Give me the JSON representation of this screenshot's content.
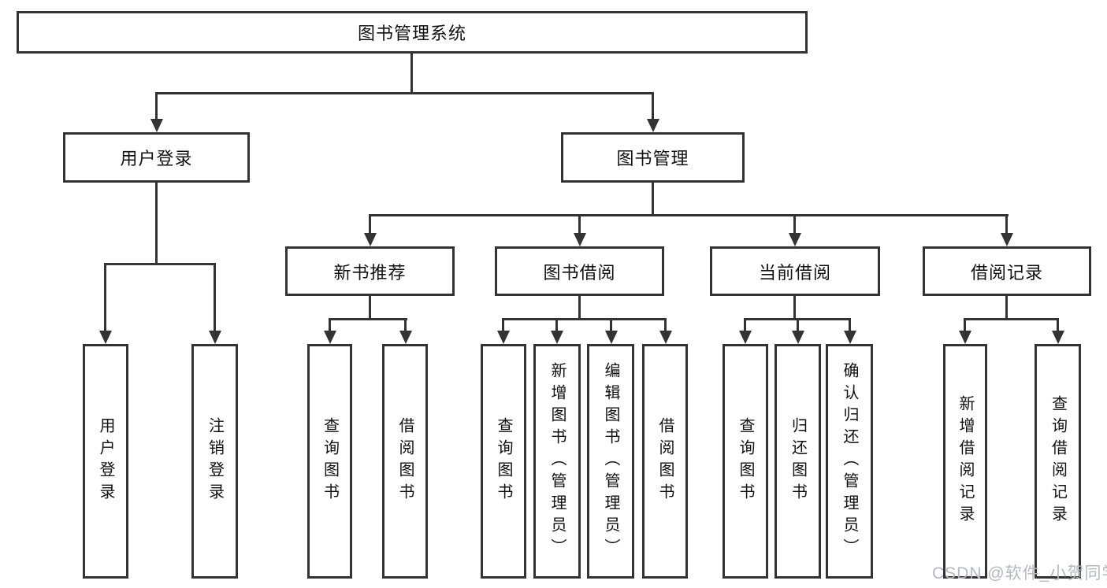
{
  "diagram_title": "图书管理系统",
  "watermark": "CSDN @软件_小贺同学",
  "colors": {
    "line": "#333333",
    "box_border": "#333333",
    "box_fill": "#ffffff",
    "text": "#111111",
    "watermark": "#b4b9c2"
  },
  "nodes": {
    "root": {
      "label": "图书管理系统"
    },
    "user_login": {
      "label": "用户登录"
    },
    "book_mgmt": {
      "label": "图书管理"
    },
    "new_book_rec": {
      "label": "新书推荐"
    },
    "book_borrow": {
      "label": "图书借阅"
    },
    "current_borrow": {
      "label": "当前借阅"
    },
    "borrow_records": {
      "label": "借阅记录"
    },
    "ul_user_login": {
      "label": "用户登录"
    },
    "ul_logout": {
      "label": "注销登录"
    },
    "nb_query_books": {
      "label": "查询图书"
    },
    "nb_borrow_books": {
      "label": "借阅图书"
    },
    "bb_query_books": {
      "label": "查询图书"
    },
    "bb_add_books": {
      "label": "新增图书（管理员）"
    },
    "bb_edit_books": {
      "label": "编辑图书（管理员）"
    },
    "bb_borrow_books": {
      "label": "借阅图书"
    },
    "cb_query_books": {
      "label": "查询图书"
    },
    "cb_return_books": {
      "label": "归还图书"
    },
    "cb_confirm_return": {
      "label": "确认归还（管理员）"
    },
    "br_add_record": {
      "label": "新增借阅记录"
    },
    "br_query_record": {
      "label": "查询借阅记录"
    }
  },
  "hierarchy": {
    "root": "图书管理系统",
    "children": [
      {
        "label": "用户登录",
        "children": [
          "用户登录",
          "注销登录"
        ]
      },
      {
        "label": "图书管理",
        "children": [
          {
            "label": "新书推荐",
            "children": [
              "查询图书",
              "借阅图书"
            ]
          },
          {
            "label": "图书借阅",
            "children": [
              "查询图书",
              "新增图书（管理员）",
              "编辑图书（管理员）",
              "借阅图书"
            ]
          },
          {
            "label": "当前借阅",
            "children": [
              "查询图书",
              "归还图书",
              "确认归还（管理员）"
            ]
          },
          {
            "label": "借阅记录",
            "children": [
              "新增借阅记录",
              "查询借阅记录"
            ]
          }
        ]
      }
    ]
  }
}
